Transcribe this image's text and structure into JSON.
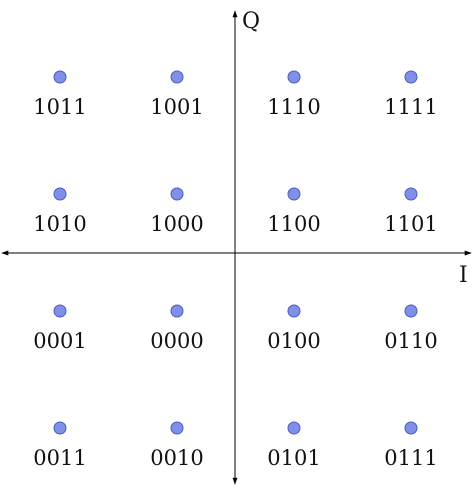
{
  "axes": {
    "horizontal_label": "I",
    "vertical_label": "Q"
  },
  "colors": {
    "point_fill": "#8090e8",
    "axis": "#000000"
  },
  "points": [
    {
      "row": 0,
      "col": 0,
      "label": "1011"
    },
    {
      "row": 0,
      "col": 1,
      "label": "1001"
    },
    {
      "row": 0,
      "col": 2,
      "label": "1110"
    },
    {
      "row": 0,
      "col": 3,
      "label": "1111"
    },
    {
      "row": 1,
      "col": 0,
      "label": "1010"
    },
    {
      "row": 1,
      "col": 1,
      "label": "1000"
    },
    {
      "row": 1,
      "col": 2,
      "label": "1100"
    },
    {
      "row": 1,
      "col": 3,
      "label": "1101"
    },
    {
      "row": 2,
      "col": 0,
      "label": "0001"
    },
    {
      "row": 2,
      "col": 1,
      "label": "0000"
    },
    {
      "row": 2,
      "col": 2,
      "label": "0100"
    },
    {
      "row": 2,
      "col": 3,
      "label": "0110"
    },
    {
      "row": 3,
      "col": 0,
      "label": "0011"
    },
    {
      "row": 3,
      "col": 1,
      "label": "0010"
    },
    {
      "row": 3,
      "col": 2,
      "label": "0101"
    },
    {
      "row": 3,
      "col": 3,
      "label": "0111"
    }
  ]
}
